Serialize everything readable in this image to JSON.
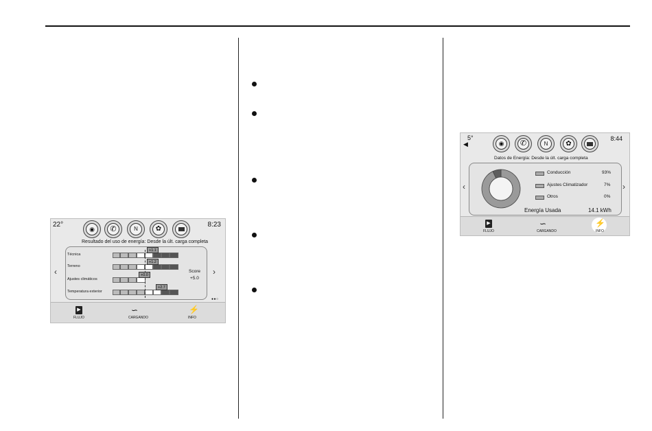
{
  "screen1": {
    "temperature": "22°",
    "time": "8:23",
    "title": "Resultado del uso de energía:  Desde la últ. carga completa",
    "rows": [
      {
        "label": "Técnica",
        "badge": "+1.1"
      },
      {
        "label": "Terreno",
        "badge": "+1.2"
      },
      {
        "label": "Ajustes climáticos",
        "badge": "+0.0"
      },
      {
        "label": "Temperatura exterior",
        "badge": "+2.7"
      }
    ],
    "score_label": "Score",
    "score_value": "+5.0",
    "bottom": {
      "flow": "FLUJO",
      "charging": "CARGANDO",
      "info": "INFO"
    },
    "nav": {
      "left": "‹",
      "right": "›"
    }
  },
  "screen2": {
    "temperature": "5°",
    "time": "8:44",
    "title": "Datos de Energía: Desde la últ. carga completa",
    "legend": [
      {
        "label": "Conducción",
        "value": "93%"
      },
      {
        "label": "Ajustes Climatizador",
        "value": "7%"
      },
      {
        "label": "Otros",
        "value": "0%"
      }
    ],
    "energy_label": "Energía Usada",
    "energy_value": "14.1 kWh",
    "bottom": {
      "flow": "FLUJO",
      "charging": "CARGANDO",
      "info": "INFO"
    },
    "nav": {
      "left": "‹",
      "right": "›"
    }
  },
  "chart_data": {
    "type": "pie",
    "categories": [
      "Conducción",
      "Ajustes Climatizador",
      "Otros"
    ],
    "values": [
      93,
      7,
      0
    ],
    "title": "",
    "colors": [
      "#9a9a9a",
      "#5e5e5e",
      "#d0d0d0"
    ]
  }
}
